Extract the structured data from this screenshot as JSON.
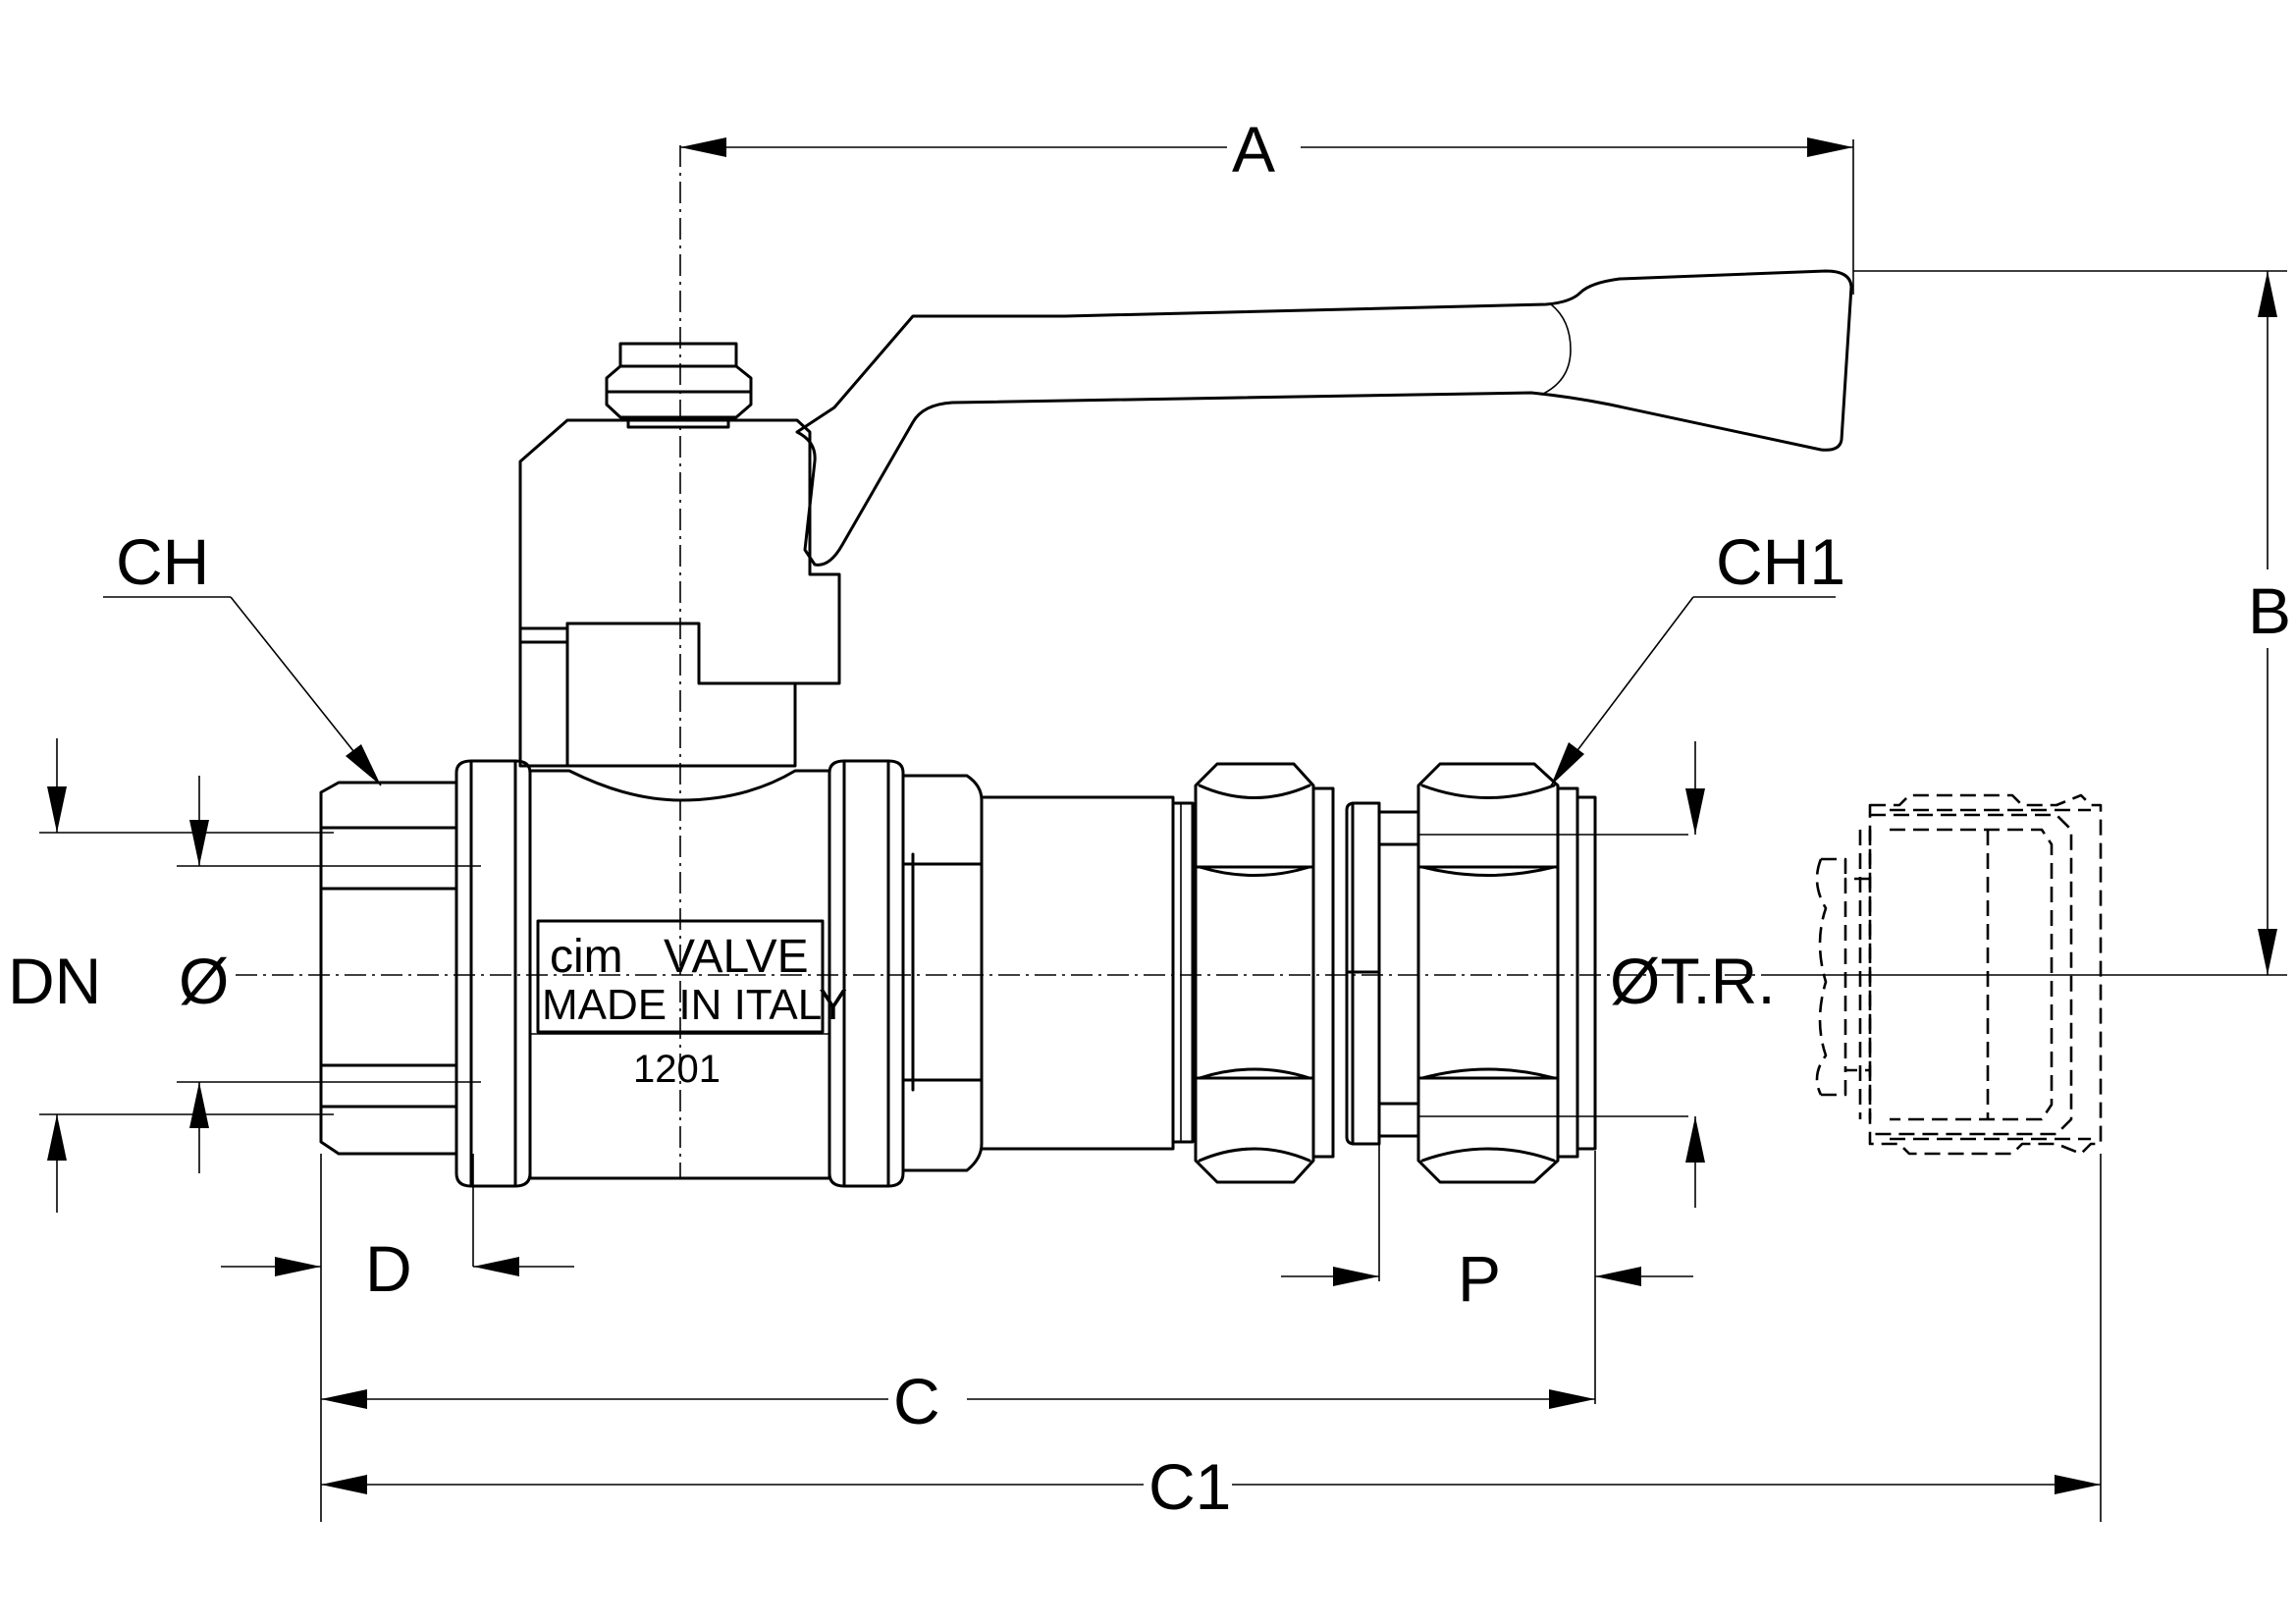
{
  "labels": {
    "A": "A",
    "B": "B",
    "C": "C",
    "C1": "C1",
    "D": "D",
    "P": "P",
    "CH": "CH",
    "CH1": "CH1",
    "DN": "DN",
    "diameter": "Ø",
    "tube_diameter": "ØT.R."
  },
  "body_marking": {
    "brand": "cim",
    "brand_suffix": "VALVE",
    "origin": "MADE IN ITALY",
    "code": "1201"
  }
}
